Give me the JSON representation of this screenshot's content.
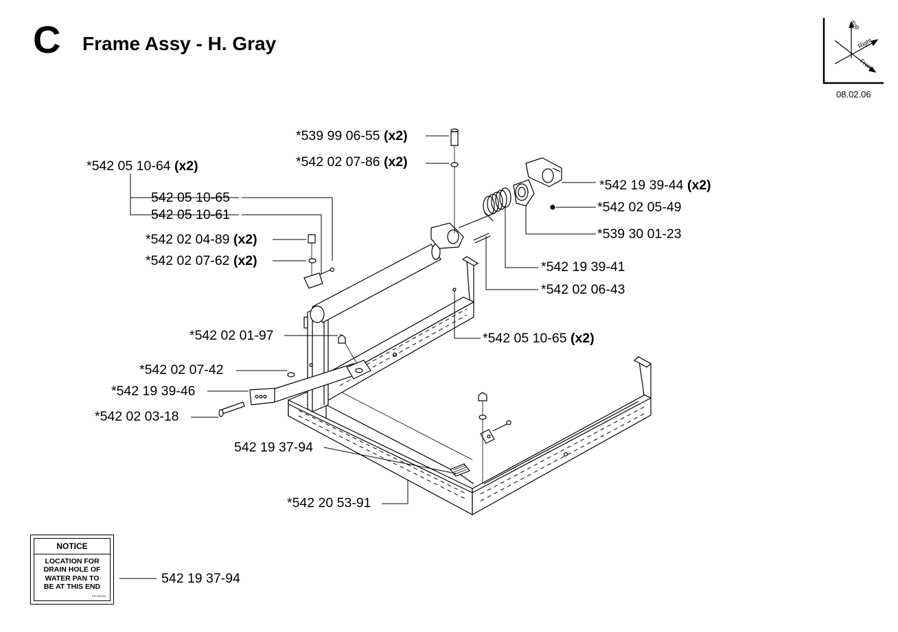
{
  "header": {
    "letter": "C",
    "title": "Frame Assy - H. Gray"
  },
  "orientation": {
    "top": "Top",
    "right": "Right",
    "front": "Front",
    "date": "08.02.06"
  },
  "parts": [
    {
      "id": "p1",
      "number": "*539 99 06-55",
      "qty": "(x2)"
    },
    {
      "id": "p2",
      "number": "*542 02 07-86",
      "qty": "(x2)"
    },
    {
      "id": "p3",
      "number": "*542 05 10-64",
      "qty": "(x2)"
    },
    {
      "id": "p4",
      "number": "542 05 10-65",
      "qty": ""
    },
    {
      "id": "p5",
      "number": "542 05 10-61",
      "qty": ""
    },
    {
      "id": "p6",
      "number": "*542 02 04-89",
      "qty": "(x2)"
    },
    {
      "id": "p7",
      "number": "*542 02 07-62",
      "qty": "(x2)"
    },
    {
      "id": "p8",
      "number": "*542 19 39-44",
      "qty": "(x2)"
    },
    {
      "id": "p9",
      "number": "*542 02 05-49",
      "qty": ""
    },
    {
      "id": "p10",
      "number": "*539 30 01-23",
      "qty": ""
    },
    {
      "id": "p11",
      "number": "*542 19 39-41",
      "qty": ""
    },
    {
      "id": "p12",
      "number": "*542 02 06-43",
      "qty": ""
    },
    {
      "id": "p13",
      "number": "*542 02 01-97",
      "qty": ""
    },
    {
      "id": "p14",
      "number": "*542 05 10-65",
      "qty": "(x2)"
    },
    {
      "id": "p15",
      "number": "*542 02 07-42",
      "qty": ""
    },
    {
      "id": "p16",
      "number": "*542 19 39-46",
      "qty": ""
    },
    {
      "id": "p17",
      "number": "*542 02 03-18",
      "qty": ""
    },
    {
      "id": "p18",
      "number": "542 19 37-94",
      "qty": ""
    },
    {
      "id": "p19",
      "number": "*542 20 53-91",
      "qty": ""
    },
    {
      "id": "p20",
      "number": "542 19 37-94",
      "qty": ""
    }
  ],
  "notice": {
    "heading": "NOTICE",
    "lines": [
      "LOCATION  FOR",
      "DRAIN HOLE OF",
      "WATER PAN TO",
      "BE AT THIS END"
    ],
    "code": "PN 193794"
  }
}
